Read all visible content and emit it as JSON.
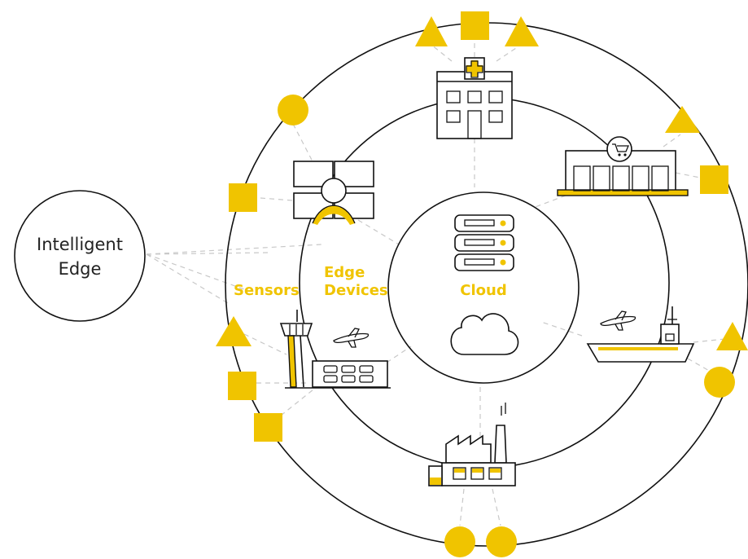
{
  "labels": {
    "intelligent_edge_line1": "Intelligent",
    "intelligent_edge_line2": "Edge",
    "sensors": "Sensors",
    "edge_devices_line1": "Edge",
    "edge_devices_line2": "Devices",
    "cloud": "Cloud"
  },
  "colors": {
    "accent": "#F0C400",
    "line": "#111111",
    "connector": "#c8c8c8"
  },
  "icons": [
    "hospital-icon",
    "store-icon",
    "ship-icon",
    "airplane-icon",
    "factory-icon",
    "airport-tower-icon",
    "satellite-icon",
    "server-rack-icon",
    "cloud-icon"
  ],
  "sensor_shapes": [
    "triangle",
    "square",
    "triangle",
    "circle",
    "triangle",
    "square",
    "triangle",
    "circle",
    "circle",
    "circle",
    "square",
    "square",
    "triangle",
    "square"
  ]
}
